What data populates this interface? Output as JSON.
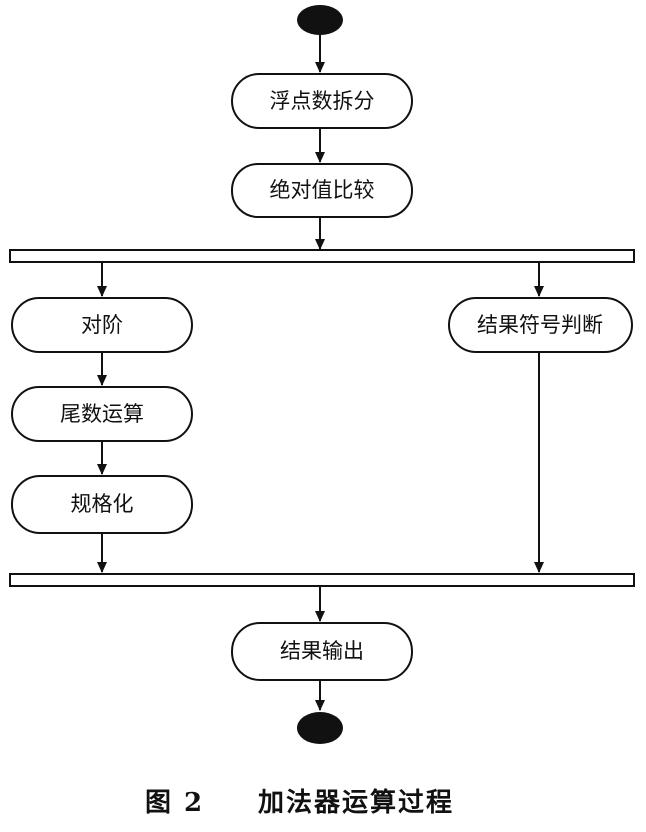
{
  "diagram": {
    "type": "activity-diagram",
    "nodes": {
      "split": "浮点数拆分",
      "abs_compare": "绝对值比较",
      "align": "对阶",
      "mantissa_op": "尾数运算",
      "normalize": "规格化",
      "sign_judge": "结果符号判断",
      "output": "结果输出"
    },
    "caption": {
      "label": "图 2",
      "title": "加法器运算过程"
    }
  },
  "colors": {
    "stroke": "#111111",
    "background": "#ffffff"
  }
}
